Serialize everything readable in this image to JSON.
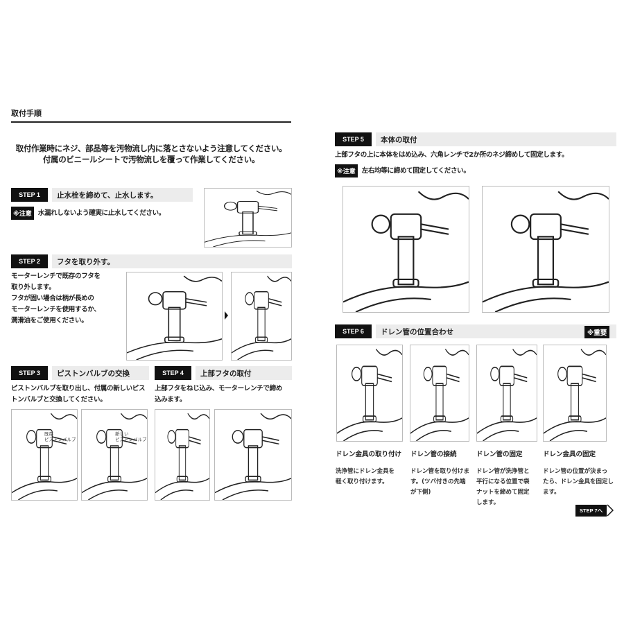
{
  "header": {
    "title": "取付手順"
  },
  "intro": [
    "取付作業時にネジ、部品等を汚物流し内に落とさないよう注意してください。",
    "付属のビニールシートで汚物流しを覆って作業してください。"
  ],
  "note_label": "※注意",
  "steps": {
    "s1": {
      "label": "STEP 1",
      "title": "止水栓を締めて、止水します。",
      "note": "水漏れしないよう確実に止水してください。"
    },
    "s2": {
      "label": "STEP 2",
      "title": "フタを取り外す。",
      "text": [
        "モーターレンチで既存のフタを",
        "取り外します。",
        "フタが固い場合は柄が長めの",
        "モーターレンチを使用するか、",
        "潤滑油をご使用ください。"
      ]
    },
    "s3": {
      "label": "STEP 3",
      "title": "ピストンバルブの交換",
      "text": [
        "ピストンバルブを取り出し、付属の新しいピス",
        "トンバルブと交換してください。"
      ],
      "img_labels": [
        [
          "既存",
          "ピストンバルブ"
        ],
        [
          "新しい",
          "ピストンバルブ"
        ]
      ]
    },
    "s4": {
      "label": "STEP 4",
      "title": "上部フタの取付",
      "text": [
        "上部フタをねじ込み、モーターレンチで締め",
        "込みます。"
      ]
    },
    "s5": {
      "label": "STEP 5",
      "title": "本体の取付",
      "text": "上部フタの上に本体をはめ込み、六角レンチで2か所のネジ締めして固定します。",
      "note": "左右均等に締めて固定してください。"
    },
    "s6": {
      "label": "STEP 6",
      "title": "ドレン管の位置合わせ",
      "important": "※重要",
      "panels": [
        {
          "caption": "ドレン金具の取り付け",
          "desc": [
            "洗浄管にドレン金具を",
            "軽く取り付けます。"
          ]
        },
        {
          "caption": "ドレン管の接続",
          "desc": [
            "ドレン管を取り付けま",
            "す。(ツバ付きの先端",
            "が下側)"
          ]
        },
        {
          "caption": "ドレン管の固定",
          "desc": [
            "ドレン管が洗浄管と",
            "平行になる位置で袋",
            "ナットを締めて固定",
            "します。"
          ]
        },
        {
          "caption": "ドレン金具の固定",
          "desc": [
            "ドレン管の位置が決まっ",
            "たら、ドレン金具を固定し",
            "ます。"
          ]
        }
      ]
    }
  },
  "next_button": "STEP 7へ"
}
